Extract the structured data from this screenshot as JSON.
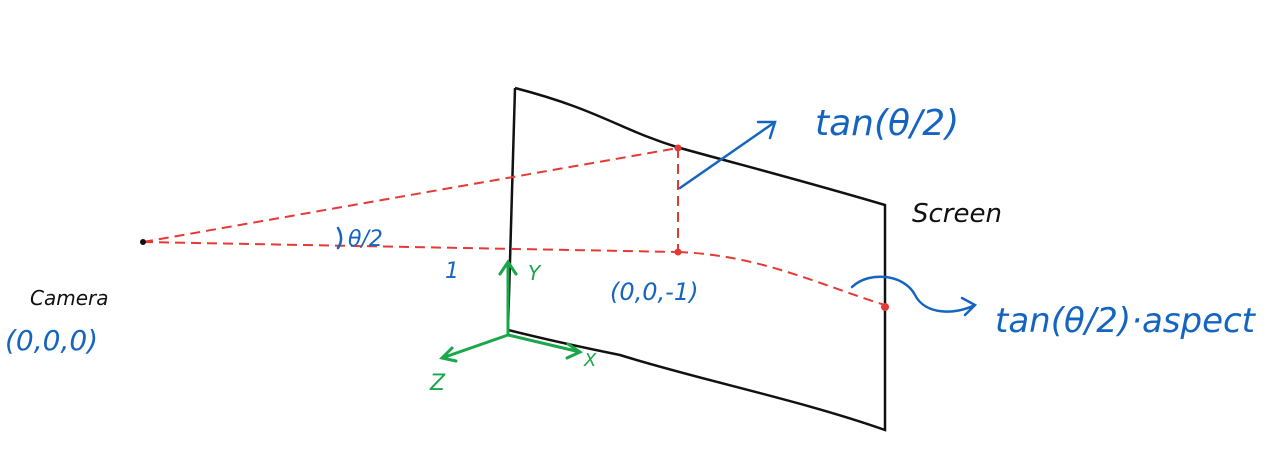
{
  "labels": {
    "tan_half_fov": "tan(θ/2)",
    "screen": "Screen",
    "camera": "Camera",
    "camera_origin": "(0,0,0)",
    "half_angle": "θ/2",
    "distance": "1",
    "screen_center": "(0,0,-1)",
    "tan_aspect": "tan(θ/2)·aspect",
    "axis_y": "Y",
    "axis_x": "X",
    "axis_z": "Z"
  },
  "colors": {
    "screen": "#111111",
    "rays": "#e53935",
    "annotations": "#1565c0",
    "axes": "#1aa64a"
  }
}
